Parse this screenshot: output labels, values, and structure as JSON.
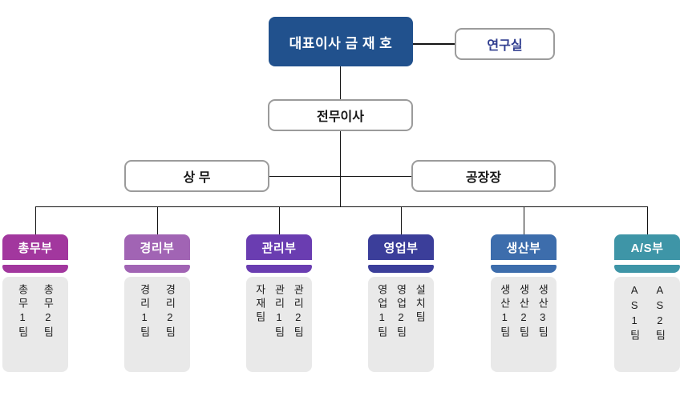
{
  "org_chart": {
    "ceo": {
      "label": "대표이사 금 재 호"
    },
    "research": {
      "label": "연구실"
    },
    "executive_director": {
      "label": "전무이사"
    },
    "managing_director": {
      "label": "상 무"
    },
    "plant_manager": {
      "label": "공장장"
    },
    "departments": [
      {
        "name": "총무부",
        "color": "#a2379e",
        "teams": [
          "총무1팀",
          "총무2팀"
        ]
      },
      {
        "name": "경리부",
        "color": "#a164b4",
        "teams": [
          "경리1팀",
          "경리2팀"
        ]
      },
      {
        "name": "관리부",
        "color": "#6a3db1",
        "teams": [
          "자재팀",
          "관리1팀",
          "관리2팀"
        ]
      },
      {
        "name": "영업부",
        "color": "#3b3e9a",
        "teams": [
          "영업1팀",
          "영업2팀",
          "설치팀"
        ]
      },
      {
        "name": "생산부",
        "color": "#3d6dac",
        "teams": [
          "생산1팀",
          "생산2팀",
          "생산3팀"
        ]
      },
      {
        "name": "A/S부",
        "color": "#3e95a7",
        "teams": [
          "AS1팀",
          "AS2팀"
        ]
      }
    ],
    "colors": {
      "ceo_box": "#21518d",
      "research_text": "#2f3d8f",
      "body_bg": "#e9e9e9",
      "box_border": "#9b9b9b",
      "line": "#141414"
    }
  }
}
